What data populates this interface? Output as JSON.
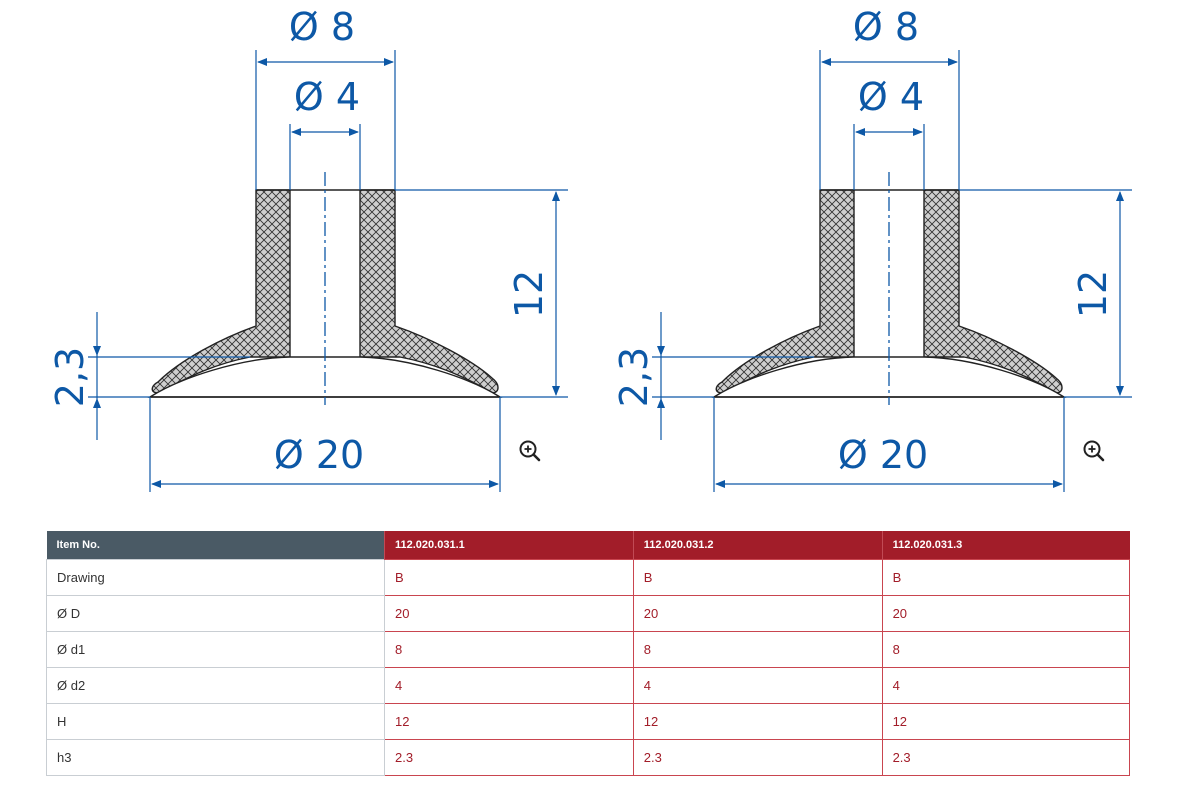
{
  "drawings": [
    {
      "dim_top_outer": "Ø 8",
      "dim_top_inner": "Ø 4",
      "dim_height": "12",
      "dim_lip": "2,3",
      "dim_base": "Ø 20",
      "zoom_icon": "zoom-in-icon"
    },
    {
      "dim_top_outer": "Ø 8",
      "dim_top_inner": "Ø 4",
      "dim_height": "12",
      "dim_lip": "2,3",
      "dim_base": "Ø 20",
      "zoom_icon": "zoom-in-icon"
    }
  ],
  "table": {
    "header": "Item No.",
    "items": [
      "112.020.031.1",
      "112.020.031.2",
      "112.020.031.3"
    ],
    "rows": [
      {
        "label": "Drawing",
        "values": [
          "B",
          "B",
          "B"
        ]
      },
      {
        "label": "Ø D",
        "values": [
          "20",
          "20",
          "20"
        ]
      },
      {
        "label": "Ø d1",
        "values": [
          "8",
          "8",
          "8"
        ]
      },
      {
        "label": "Ø d2",
        "values": [
          "4",
          "4",
          "4"
        ]
      },
      {
        "label": "H",
        "values": [
          "12",
          "12",
          "12"
        ]
      },
      {
        "label": "h3",
        "values": [
          "2.3",
          "2.3",
          "2.3"
        ]
      }
    ]
  },
  "colors": {
    "dimension": "#0d58a6",
    "header_dark": "#4a5a65",
    "header_red": "#a21d29",
    "value_text": "#a21d29"
  }
}
